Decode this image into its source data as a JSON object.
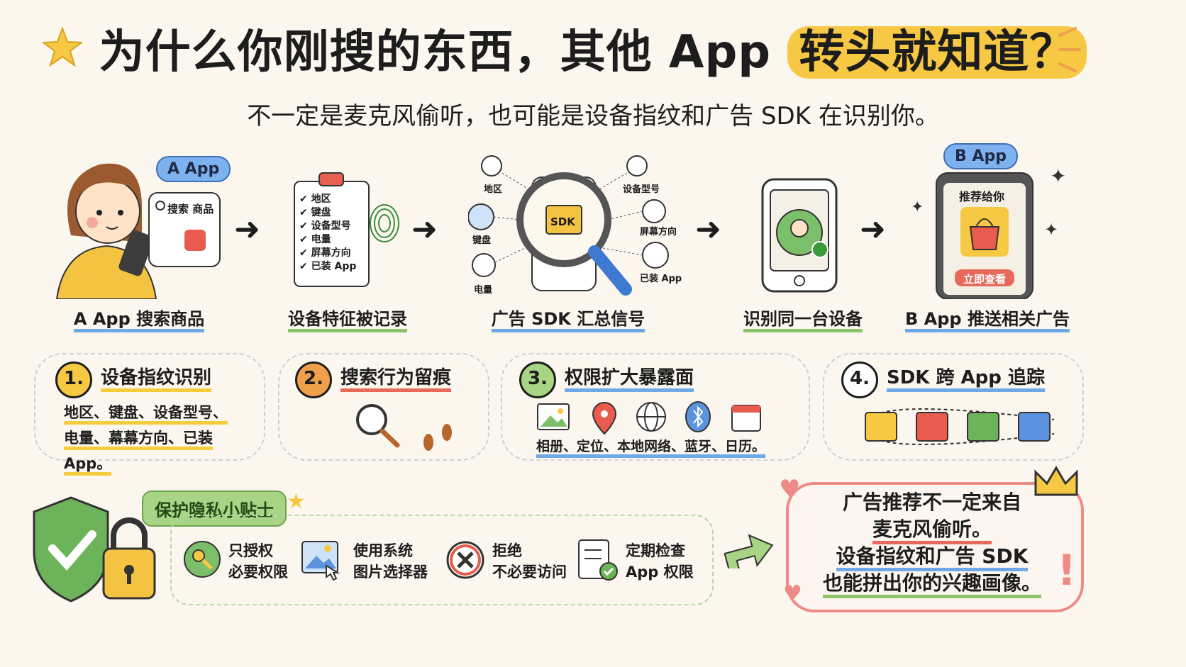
{
  "title": {
    "prefix": "为什么你刚搜的东西，其他 App ",
    "highlight": "转头就知道？"
  },
  "subtitle": "不一定是麦克风偷听，也可能是设备指纹和广告 SDK 在识别你。",
  "flow": {
    "step1": {
      "pill": "A App",
      "search": "搜索 商品",
      "label": "A App 搜索商品"
    },
    "step2": {
      "checklist": [
        "地区",
        "键盘",
        "设备型号",
        "电量",
        "屏幕方向",
        "已装 App"
      ],
      "label": "设备特征被记录"
    },
    "step3": {
      "chip": "SDK",
      "signals": [
        "地区",
        "设备型号",
        "键盘",
        "屏幕方向",
        "电量",
        "已装 App"
      ],
      "label": "广告 SDK 汇总信号"
    },
    "step4": {
      "label": "识别同一台设备"
    },
    "step5": {
      "pill": "B App",
      "screen_title": "推荐给你",
      "button": "立即查看",
      "label": "B App 推送相关广告"
    }
  },
  "cards": [
    {
      "num": "1.",
      "title": "设备指纹识别",
      "line1": "地区、键盘、设备型号、",
      "line2": "电量、幕幕方向、已装 App。"
    },
    {
      "num": "2.",
      "title": "搜索行为留痕"
    },
    {
      "num": "3.",
      "title": "权限扩大暴露面",
      "line1": "相册、定位、本地网络、蓝牙、日历。"
    },
    {
      "num": "4.",
      "title": "SDK 跨 App 追踪"
    }
  ],
  "tips": {
    "label": "保护隐私小贴士",
    "items": [
      {
        "l1": "只授权",
        "l2": "必要权限"
      },
      {
        "l1": "使用系统",
        "l2": "图片选择器"
      },
      {
        "l1": "拒绝",
        "l2": "不必要访问"
      },
      {
        "l1": "定期检查",
        "l2": "App 权限"
      }
    ]
  },
  "callout": {
    "l1": "广告推荐不一定来自",
    "l2": "麦克风偷听。",
    "l3": "设备指纹和广告 SDK",
    "l4": "也能拼出你的兴趣画像。"
  },
  "colors": {
    "accent_yellow": "#f7c843",
    "accent_blue": "#7eb1ef",
    "accent_green": "#a8d485",
    "accent_red": "#ef8b86"
  }
}
